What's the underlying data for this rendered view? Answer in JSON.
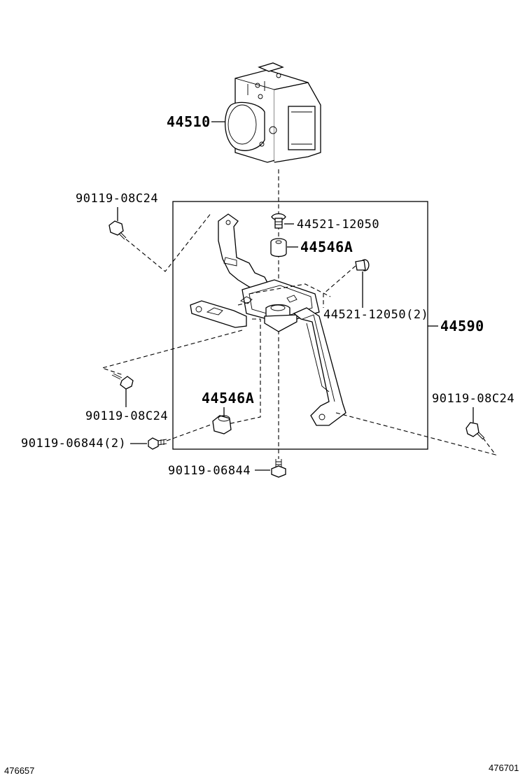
{
  "labels": {
    "modulator": "44510",
    "bolt_top_left": "90119-08C24",
    "bolt_upper": "44521-12050",
    "cushion_upper": "44546A",
    "bolt_right_2": "44521-12050(2)",
    "bracket": "44590",
    "bolt_left_small": "90119-08C24",
    "cushion_lower": "44546A",
    "bolt_right": "90119-08C24",
    "bolt_lower_left_2": "90119-06844(2)",
    "bolt_bottom": "90119-06844"
  },
  "corner_codes": {
    "left": "476657",
    "right": "476701"
  }
}
